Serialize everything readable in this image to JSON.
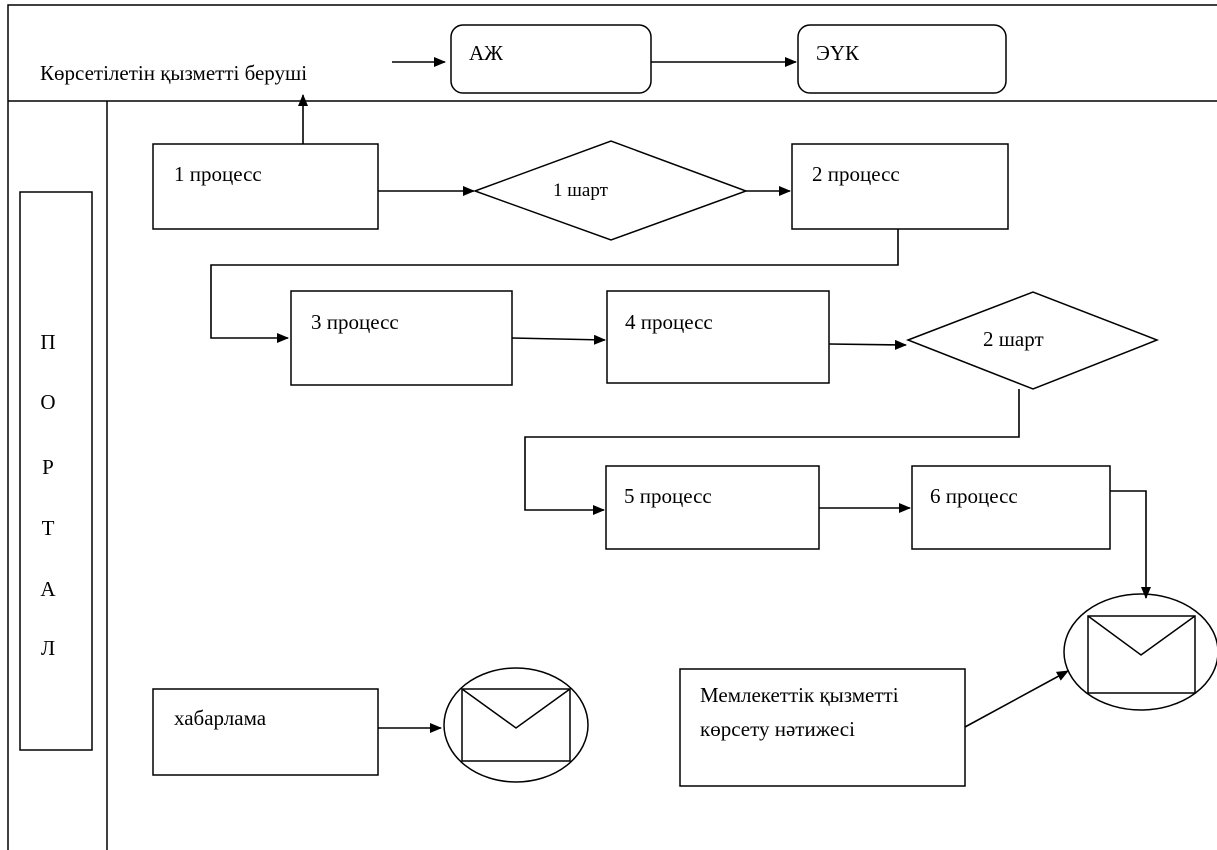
{
  "provider": {
    "label": "Көрсетілетін қызметті беруші"
  },
  "systems": {
    "azh": "АЖ",
    "euk": "ЭҮК"
  },
  "portal": {
    "letters": [
      "П",
      "О",
      "Р",
      "Т",
      "А",
      "Л"
    ]
  },
  "processes": {
    "p1": "1 процесс",
    "p2": "2 процесс",
    "p3": "3 процесс",
    "p4": "4 процесс",
    "p5": "5 процесс",
    "p6": "6 процесс"
  },
  "conditions": {
    "c1": "1 шарт",
    "c2": "2 шарт"
  },
  "notification": {
    "label": "хабарлама"
  },
  "result": {
    "label": "Мемлекеттік қызметті көрсету нәтижесі"
  },
  "icons": {
    "envelope_left": "envelope-icon",
    "envelope_right": "envelope-icon"
  }
}
